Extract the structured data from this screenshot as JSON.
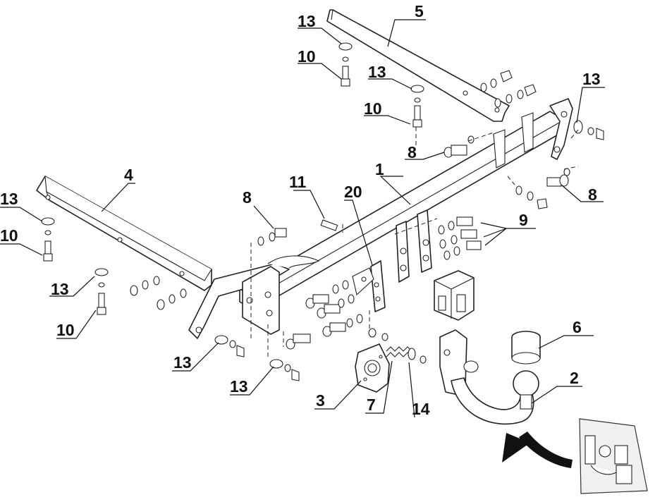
{
  "diagram": {
    "callouts": [
      {
        "id": "c1",
        "label": "1"
      },
      {
        "id": "c2",
        "label": "2"
      },
      {
        "id": "c3",
        "label": "3"
      },
      {
        "id": "c4",
        "label": "4"
      },
      {
        "id": "c5",
        "label": "5"
      },
      {
        "id": "c6",
        "label": "6"
      },
      {
        "id": "c7",
        "label": "7"
      },
      {
        "id": "c8a",
        "label": "8"
      },
      {
        "id": "c8b",
        "label": "8"
      },
      {
        "id": "c8c",
        "label": "8"
      },
      {
        "id": "c9",
        "label": "9"
      },
      {
        "id": "c10a",
        "label": "10"
      },
      {
        "id": "c10b",
        "label": "10"
      },
      {
        "id": "c10c",
        "label": "10"
      },
      {
        "id": "c10d",
        "label": "10"
      },
      {
        "id": "c11",
        "label": "11"
      },
      {
        "id": "c13a",
        "label": "13"
      },
      {
        "id": "c13b",
        "label": "13"
      },
      {
        "id": "c13c",
        "label": "13"
      },
      {
        "id": "c13d",
        "label": "13"
      },
      {
        "id": "c13e",
        "label": "13"
      },
      {
        "id": "c13f",
        "label": "13"
      },
      {
        "id": "c13g",
        "label": "13"
      },
      {
        "id": "c14",
        "label": "14"
      },
      {
        "id": "c20",
        "label": "20"
      }
    ],
    "colors": {
      "line": "#222222",
      "background": "#ffffff",
      "arrow": "#111111"
    }
  }
}
